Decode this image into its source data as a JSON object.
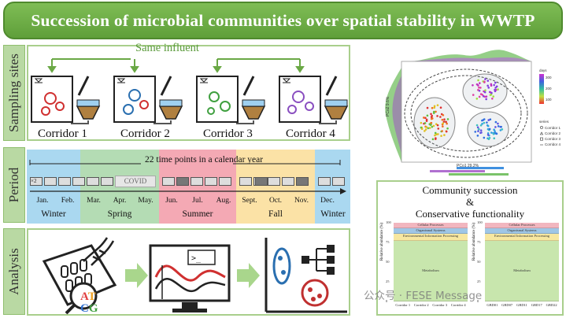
{
  "title": "Succession of microbial communities over spatial stability in WWTP",
  "sections": {
    "sampling": "Sampling sites",
    "period": "Period",
    "analysis": "Analysis"
  },
  "same_influent": "Same influent",
  "corridors": [
    "Corridor 1",
    "Corridor 2",
    "Corridor 3",
    "Corridor 4"
  ],
  "period": {
    "timepoints_label": "22 time points in a calendar year",
    "x2_label": "×2",
    "covid_label": "COVID",
    "months": [
      "Jan.",
      "Feb.",
      "Mar.",
      "Apr.",
      "May.",
      "Jun.",
      "Jul.",
      "Aug.",
      "Sept.",
      "Oct.",
      "Nov.",
      "Dec."
    ],
    "seasons": [
      "Winter",
      "Spring",
      "Summer",
      "Fall",
      "Winter"
    ],
    "season_colors": [
      "#aad8f0",
      "#b4dcb4",
      "#f4a9b4",
      "#fbe2a6",
      "#aad8f0"
    ]
  },
  "analysis": {
    "dna_letters": [
      "A",
      "T",
      "C",
      "G"
    ],
    "dna_letter_colors": [
      "#e04040",
      "#f0a020",
      "#3070d0",
      "#40a040"
    ]
  },
  "pcoa": {
    "xlabel": "PCo1 29.2%",
    "ylabel": "PCo2 9.6%",
    "legend_days_title": "days",
    "legend_days_ticks": [
      "300",
      "200",
      "100"
    ],
    "legend_series_title": "series",
    "legend_series": [
      "Corridor 1",
      "Corridor 2",
      "Corridor 3",
      "Corridor 4"
    ]
  },
  "functionality": {
    "title_line1": "Community succession",
    "title_line2": "&",
    "title_line3": "Conservative functionality",
    "ylabel": "Relative abundance (%)",
    "yticks": [
      "100",
      "75",
      "50",
      "25",
      "0"
    ],
    "layers": [
      "Cellular Processes",
      "Organismal Systems",
      "Environmental Information Processing",
      "Metabolism"
    ],
    "layer_colors": [
      "#f2b6bf",
      "#9fc6e6",
      "#f7e7a0",
      "#c8e6ad"
    ],
    "left_xlabels": [
      "Corridor 1",
      "Corridor 2",
      "Corridor 3",
      "Corridor 4"
    ],
    "right_xlabels": [
      "GBD01",
      "GBD07",
      "GBD11",
      "GBD17",
      "GBD22"
    ]
  },
  "watermark": "公众号 · FESE Message"
}
